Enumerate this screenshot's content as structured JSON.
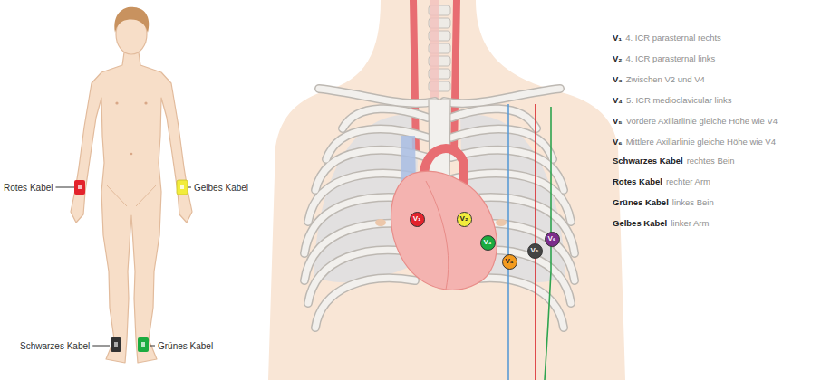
{
  "diagram": {
    "nodes": [
      {
        "text": [
          "V₁"
        ]
      },
      {
        "text": [
          "V₂"
        ]
      },
      {
        "text": [
          "V₃"
        ]
      },
      {
        "text": [
          "V₄"
        ]
      },
      {
        "text": [
          "V₅"
        ]
      },
      {
        "text": [
          "V₆"
        ]
      }
    ],
    "labels": [
      "Rotes Kabel",
      "Gelbes Kabel",
      "Schwarzes Kabel",
      "Grünes Kabel",
      "V₁",
      "4. ICR parasternal rechts",
      "V₂",
      "4. ICR parasternal links",
      "V₃",
      "Zwischen V2 und V4",
      "V₄",
      "5. ICR medioclavicular links",
      "V₅",
      "Vordere Axillarlinie gleiche Höhe wie V4",
      "V₆",
      "Mittlere Axillarlinie gleiche Höhe wie V4",
      "Schwarzes Kabel",
      "rechtes Bein",
      "Rotes Kabel",
      "rechter Arm",
      "Grünes Kabel",
      "linkes Bein",
      "Gelbes Kabel",
      "linker Arm"
    ]
  }
}
